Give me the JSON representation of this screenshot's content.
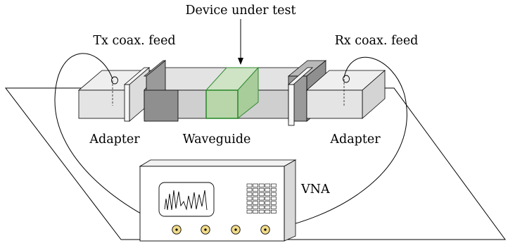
{
  "diagram": {
    "labels": {
      "device_under_test": "Device under test",
      "tx_feed": "Tx coax. feed",
      "rx_feed": "Rx coax. feed",
      "adapter_left": "Adapter",
      "waveguide": "Waveguide",
      "adapter_right": "Adapter",
      "vna": "VNA"
    },
    "colors": {
      "dut_fill": "#a9cc9b",
      "dut_edge": "#2f8a2f",
      "flange_fill": "#8f8f8f",
      "adapter_fill": "#e3e3e3",
      "waveguide_fill": "#d2d2d2",
      "knob_fill": "#f2dc8a",
      "line": "#000000"
    },
    "vna_ports": 4,
    "screen_icon": "waveform-display",
    "keypad_icon": "button-grid"
  }
}
